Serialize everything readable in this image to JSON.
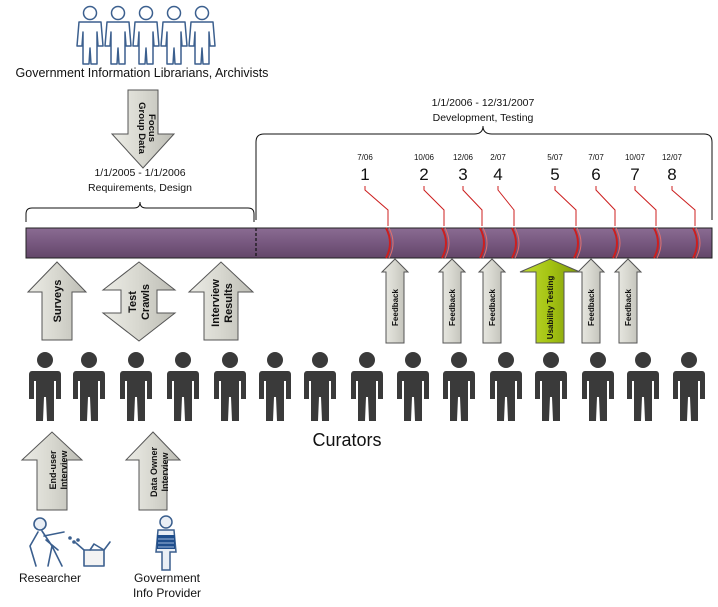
{
  "top_group": {
    "label": "Government Information Librarians, Archivists"
  },
  "focus_arrow": {
    "lines": [
      "Focus",
      "Group Data"
    ]
  },
  "phase1": {
    "dates": "1/1/2005 - 1/1/2006",
    "title": "Requirements, Design"
  },
  "phase2": {
    "dates": "1/1/2006 - 12/31/2007",
    "title": "Development, Testing"
  },
  "iterations": [
    {
      "date": "7/06",
      "num": "1"
    },
    {
      "date": "10/06",
      "num": "2"
    },
    {
      "date": "12/06",
      "num": "3"
    },
    {
      "date": "2/07",
      "num": "4"
    },
    {
      "date": "5/07",
      "num": "5"
    },
    {
      "date": "7/07",
      "num": "6"
    },
    {
      "date": "10/07",
      "num": "7"
    },
    {
      "date": "12/07",
      "num": "8"
    }
  ],
  "feedback_arrows": [
    {
      "label": "Feedback"
    },
    {
      "label": "Feedback"
    },
    {
      "label": "Feedback"
    },
    {
      "label": "Usability Testing"
    },
    {
      "label": "Feedback"
    },
    {
      "label": "Feedback"
    }
  ],
  "phase1_arrows": [
    {
      "lines": [
        "Surveys"
      ]
    },
    {
      "lines": [
        "Test",
        "Crawls"
      ]
    },
    {
      "lines": [
        "Interview",
        "Results"
      ]
    }
  ],
  "curators": {
    "label": "Curators"
  },
  "bottom_arrows": [
    {
      "lines": [
        "End-user",
        "Interview"
      ]
    },
    {
      "lines": [
        "Data Owner",
        "Interview"
      ]
    }
  ],
  "researcher": {
    "label": "Researcher"
  },
  "provider": {
    "lines": [
      "Government",
      "Info Provider"
    ]
  },
  "colors": {
    "timeline": "#77587f",
    "arrow_fill": "#dadad2",
    "usability_fill": "#a4c312",
    "figure": "#3a3a3a",
    "outline_figure": "#3b5f8e",
    "marker": "#cc1f1f"
  }
}
